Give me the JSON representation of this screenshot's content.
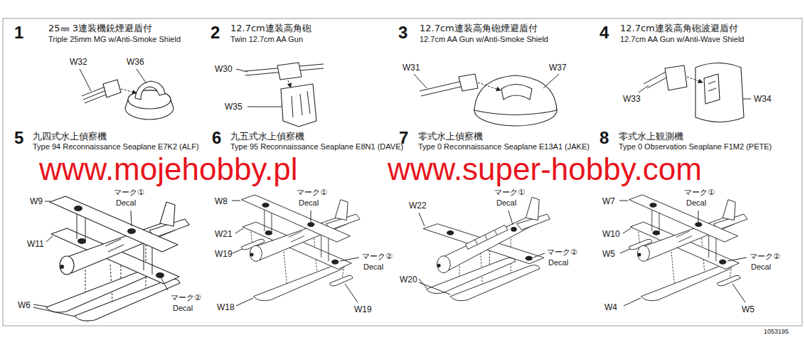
{
  "diagram": {
    "labels": [
      "1",
      "25㎜ 3連装機銃煙避盾付",
      "Triple 25mm MG w/Anti-Smoke Shield",
      "W32",
      "W36",
      "2",
      "12.7cm連装高角砲",
      "Twin 12.7cm AA Gun",
      "W30",
      "W35",
      "3",
      "12.7cm連装高角砲煙避盾付",
      "12.7cm AA Gun w/Anti-Smoke Shield",
      "W31",
      "W37",
      "4",
      "12.7cm連装高角砲波避盾付",
      "12.7cm AA Gun w/Anti-Wave Shield",
      "W33",
      "W34",
      "5",
      "九四式水上偵察機",
      "Type 94 Reconnaissance Seaplane E7K2 (ALF)",
      "W9",
      "マーク①",
      "Decal",
      "W11",
      "W6",
      "マーク②",
      "Decal",
      "6",
      "九五式水上偵察機",
      "Type 95 Reconnaissance Seaplane E8N1 (DAVE)",
      "W8",
      "マーク①",
      "Decal",
      "W21",
      "W19",
      "マーク②",
      "Decal",
      "W18",
      "W19",
      "7",
      "零式水上偵察機",
      "Type 0 Reconnaissance Seaplane E13A1 (JAKE)",
      "W22",
      "マーク①",
      "Decal",
      "マーク②",
      "Decal",
      "W20",
      "8",
      "零式水上観測機",
      "Type 0 Observation Seaplane F1M2 (PETE)",
      "W7",
      "マーク①",
      "Decal",
      "W10",
      "W5",
      "マーク②",
      "Decal",
      "W4",
      "W5",
      "www.mojehobby.pl",
      "www.super-hobby.com",
      "1053195"
    ]
  }
}
